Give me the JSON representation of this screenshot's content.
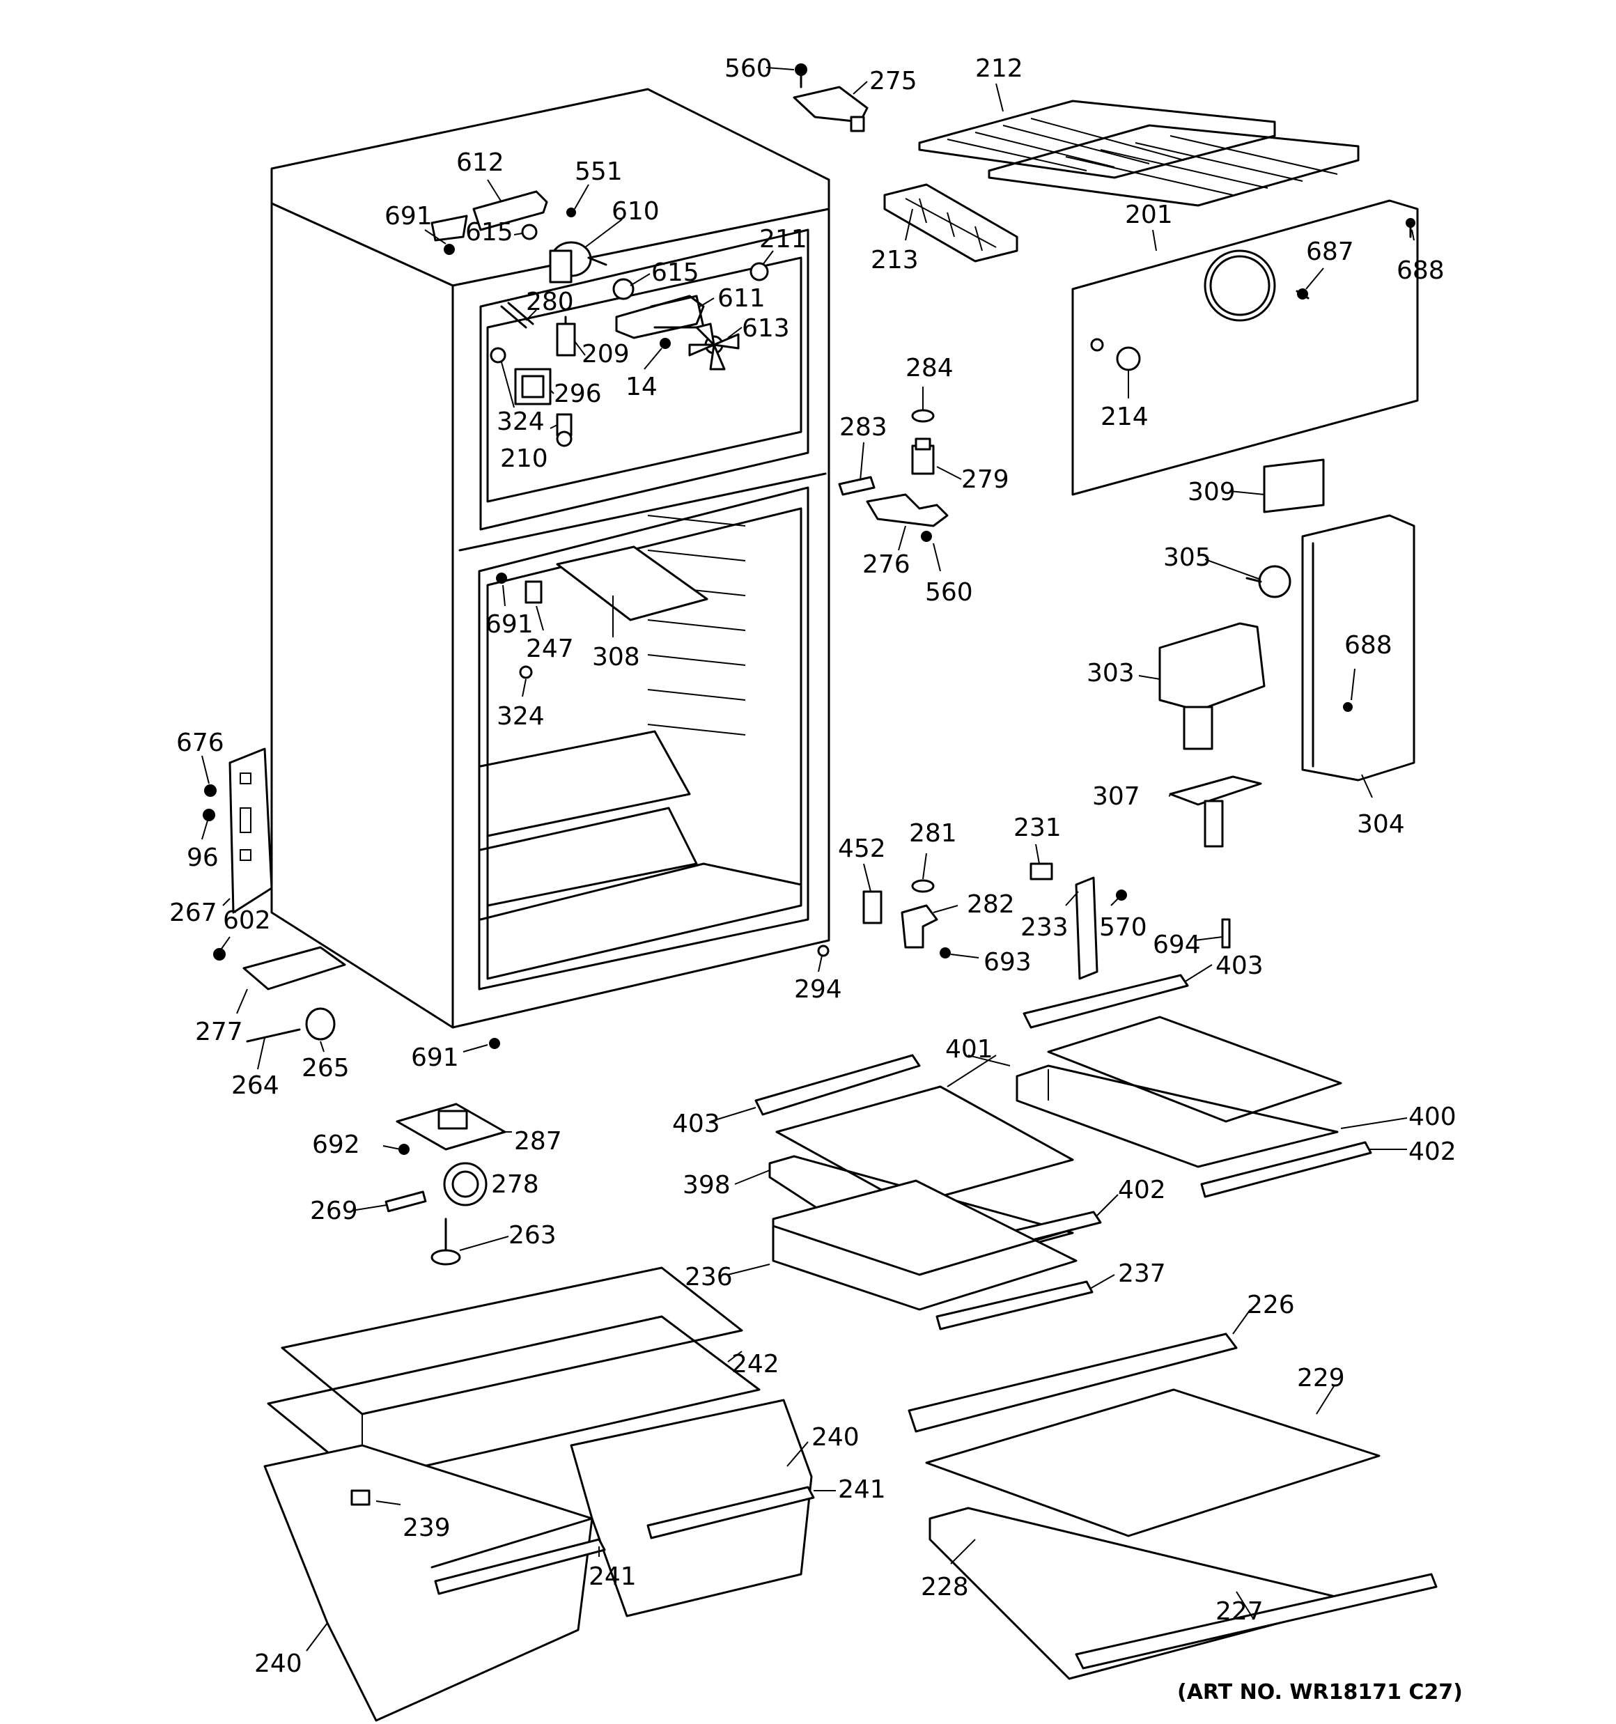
{
  "art_number": "(ART NO. WR18171 C27)",
  "callouts": [
    {
      "id": "c560a",
      "text": "560"
    },
    {
      "id": "c275",
      "text": "275"
    },
    {
      "id": "c212",
      "text": "212"
    },
    {
      "id": "c612",
      "text": "612"
    },
    {
      "id": "c551",
      "text": "551"
    },
    {
      "id": "c691a",
      "text": "691"
    },
    {
      "id": "c615a",
      "text": "615"
    },
    {
      "id": "c610",
      "text": "610"
    },
    {
      "id": "c211",
      "text": "211"
    },
    {
      "id": "c213",
      "text": "213"
    },
    {
      "id": "c201",
      "text": "201"
    },
    {
      "id": "c687",
      "text": "687"
    },
    {
      "id": "c688a",
      "text": "688"
    },
    {
      "id": "c615b",
      "text": "615"
    },
    {
      "id": "c280",
      "text": "280"
    },
    {
      "id": "c611",
      "text": "611"
    },
    {
      "id": "c613",
      "text": "613"
    },
    {
      "id": "c209",
      "text": "209"
    },
    {
      "id": "c14",
      "text": "14"
    },
    {
      "id": "c296",
      "text": "296"
    },
    {
      "id": "c324a",
      "text": "324"
    },
    {
      "id": "c210",
      "text": "210"
    },
    {
      "id": "c284",
      "text": "284"
    },
    {
      "id": "c214",
      "text": "214"
    },
    {
      "id": "c283",
      "text": "283"
    },
    {
      "id": "c279",
      "text": "279"
    },
    {
      "id": "c309",
      "text": "309"
    },
    {
      "id": "c276",
      "text": "276"
    },
    {
      "id": "c560b",
      "text": "560"
    },
    {
      "id": "c305",
      "text": "305"
    },
    {
      "id": "c691b",
      "text": "691"
    },
    {
      "id": "c247",
      "text": "247"
    },
    {
      "id": "c308",
      "text": "308"
    },
    {
      "id": "c303",
      "text": "303"
    },
    {
      "id": "c688b",
      "text": "688"
    },
    {
      "id": "c324b",
      "text": "324"
    },
    {
      "id": "c676",
      "text": "676"
    },
    {
      "id": "c307",
      "text": "307"
    },
    {
      "id": "c304",
      "text": "304"
    },
    {
      "id": "c96",
      "text": "96"
    },
    {
      "id": "c452",
      "text": "452"
    },
    {
      "id": "c281",
      "text": "281"
    },
    {
      "id": "c231",
      "text": "231"
    },
    {
      "id": "c267",
      "text": "267"
    },
    {
      "id": "c282",
      "text": "282"
    },
    {
      "id": "c602",
      "text": "602"
    },
    {
      "id": "c233",
      "text": "233"
    },
    {
      "id": "c570",
      "text": "570"
    },
    {
      "id": "c694",
      "text": "694"
    },
    {
      "id": "c693",
      "text": "693"
    },
    {
      "id": "c294",
      "text": "294"
    },
    {
      "id": "c403a",
      "text": "403"
    },
    {
      "id": "c277",
      "text": "277"
    },
    {
      "id": "c401",
      "text": "401"
    },
    {
      "id": "c691c",
      "text": "691"
    },
    {
      "id": "c264",
      "text": "264"
    },
    {
      "id": "c265",
      "text": "265"
    },
    {
      "id": "c403b",
      "text": "403"
    },
    {
      "id": "c400",
      "text": "400"
    },
    {
      "id": "c692",
      "text": "692"
    },
    {
      "id": "c287",
      "text": "287"
    },
    {
      "id": "c402a",
      "text": "402"
    },
    {
      "id": "c398",
      "text": "398"
    },
    {
      "id": "c278",
      "text": "278"
    },
    {
      "id": "c269",
      "text": "269"
    },
    {
      "id": "c402b",
      "text": "402"
    },
    {
      "id": "c263",
      "text": "263"
    },
    {
      "id": "c236",
      "text": "236"
    },
    {
      "id": "c237",
      "text": "237"
    },
    {
      "id": "c226",
      "text": "226"
    },
    {
      "id": "c242",
      "text": "242"
    },
    {
      "id": "c229",
      "text": "229"
    },
    {
      "id": "c240a",
      "text": "240"
    },
    {
      "id": "c241a",
      "text": "241"
    },
    {
      "id": "c239",
      "text": "239"
    },
    {
      "id": "c241b",
      "text": "241"
    },
    {
      "id": "c228",
      "text": "228"
    },
    {
      "id": "c227",
      "text": "227"
    },
    {
      "id": "c240b",
      "text": "240"
    }
  ]
}
